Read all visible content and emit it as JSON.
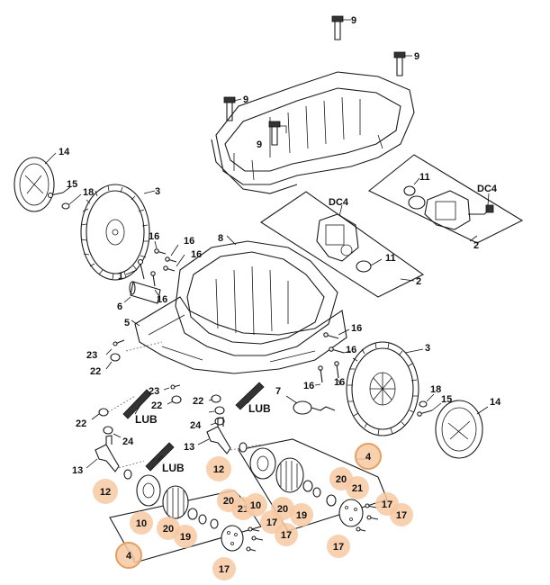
{
  "labels": {
    "l9a": "9",
    "l9b": "9",
    "l9c": "9",
    "l9d": "9",
    "l14a": "14",
    "l15a": "15",
    "l18a": "18",
    "l3a": "3",
    "l11a": "11",
    "ldc4a": "DC4",
    "l11b": "11",
    "ldc4b": "DC4",
    "l2a": "2",
    "l2b": "2",
    "l8": "8",
    "l16a": "16",
    "l16b": "16",
    "l16c": "16",
    "l16d": "16",
    "l16e": "16",
    "l16f": "16",
    "l16g": "16",
    "l16h": "16",
    "l1": "1",
    "l6": "6",
    "l5": "5",
    "l23a": "23",
    "l22a": "22",
    "l23b": "23",
    "l22b": "22",
    "l22c": "22",
    "l22d": "22",
    "l24a": "24",
    "l24b": "24",
    "llub1": "LUB",
    "llub2": "LUB",
    "llub3": "LUB",
    "l7": "7",
    "l3b": "3",
    "l18b": "18",
    "l15b": "15",
    "l14b": "14",
    "l13a": "13",
    "l13b": "13"
  },
  "callouts": {
    "c4a": "4",
    "c12a": "12",
    "c12b": "12",
    "c20a": "20",
    "c21a": "21",
    "c10a": "10",
    "c20b": "20",
    "c21b": "21",
    "c10b": "10",
    "c20c": "20",
    "c19a": "19",
    "c17a": "17",
    "c17b": "17",
    "c20d": "20",
    "c19b": "19",
    "c17c": "17",
    "c17d": "17",
    "c17e": "17",
    "c4b": "4",
    "c17f": "17"
  },
  "colors": {
    "highlight": "#f7c9a3",
    "highlight_ring": "#e5a060",
    "line": "#1a1a1a"
  }
}
